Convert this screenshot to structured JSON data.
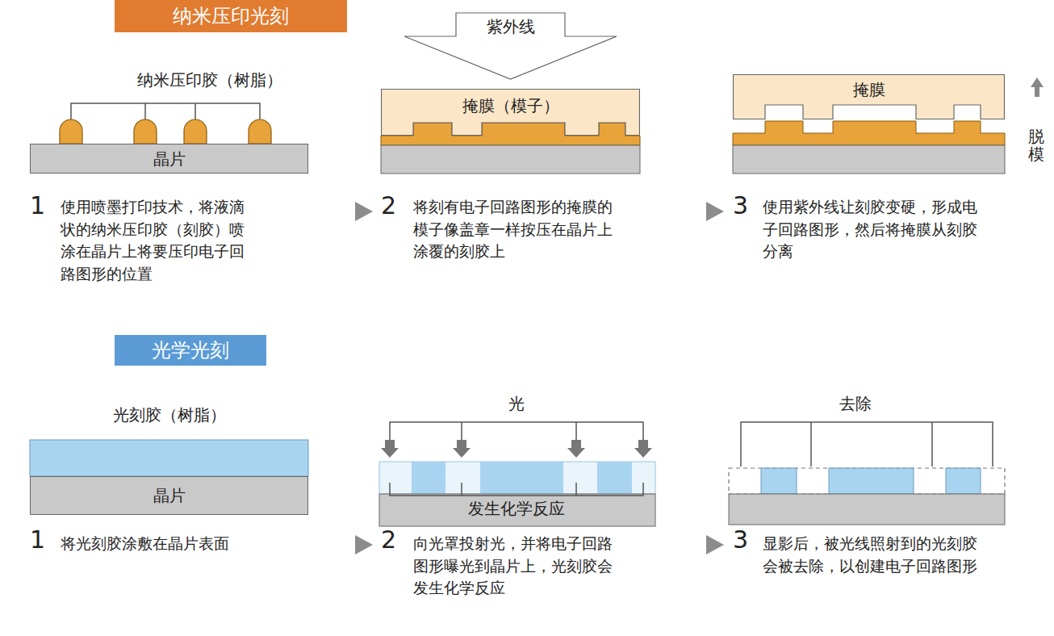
{
  "diagram": {
    "nodes": [
      {
        "text": [
          "纳米压印光刻"
        ]
      },
      {
        "text": [
          "晶片"
        ]
      },
      {
        "text": [
          "紫外线"
        ]
      },
      {
        "text": [
          "掩膜（模子）"
        ]
      },
      {
        "text": [
          "掩膜"
        ]
      },
      {
        "text": [
          "光学光刻"
        ]
      },
      {
        "text": [
          "晶片"
        ]
      }
    ],
    "labels": [
      "纳米压印胶（树脂）",
      "1",
      "使用喷墨打印技术，将液滴状的纳米压印胶（刻胶）喷涂在晶片上将要压印电子回路图形的位置",
      "2",
      "将刻有电子回路图形的掩膜的模子像盖章一样按压在晶片上涂覆的刻胶上",
      "脱模",
      "3",
      "使用紫外线让刻胶变硬，形成电子回路图形，然后将掩膜从刻胶分离",
      "光刻胶（树脂）",
      "1",
      "将光刻胶涂敷在晶片表面",
      "光",
      "发生化学反应",
      "2",
      "向光罩投射光，并将电子回路图形曝光到晶片上，光刻胶会发生化学反应",
      "去除",
      "3",
      "显影后，被光线照射到的光刻胶会被去除，以创建电子回路图形"
    ]
  }
}
